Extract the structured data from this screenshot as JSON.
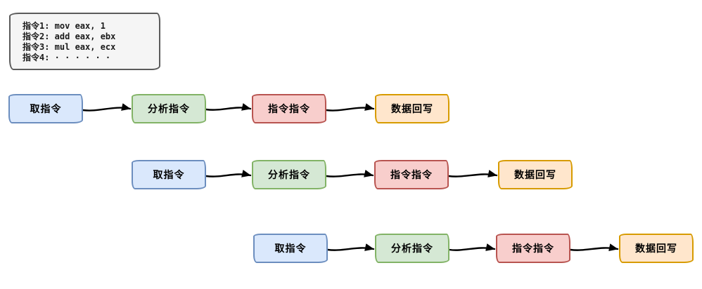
{
  "code_box": {
    "lines": [
      "指令1: mov eax, 1",
      "指令2: add eax, ebx",
      "指令3: mul eax, ecx",
      "指令4: · · · · · ·"
    ]
  },
  "pipeline": {
    "rows": [
      {
        "stages": [
          {
            "label": "取指令"
          },
          {
            "label": "分析指令"
          },
          {
            "label": "指令指令"
          },
          {
            "label": "数据回写"
          }
        ]
      },
      {
        "stages": [
          {
            "label": "取指令"
          },
          {
            "label": "分析指令"
          },
          {
            "label": "指令指令"
          },
          {
            "label": "数据回写"
          }
        ]
      },
      {
        "stages": [
          {
            "label": "取指令"
          },
          {
            "label": "分析指令"
          },
          {
            "label": "指令指令"
          },
          {
            "label": "数据回写"
          }
        ]
      }
    ]
  },
  "colors": {
    "fetch_fill": "#dae8fc",
    "fetch_border": "#6c8ebf",
    "analyze_fill": "#d5e8d4",
    "analyze_border": "#82b366",
    "execute_fill": "#f8cecc",
    "execute_border": "#b85450",
    "writeback_fill": "#ffe6cc",
    "writeback_border": "#d79b00",
    "code_box_fill": "#f5f5f5",
    "code_box_border": "#5b5b5b",
    "arrow": "#010101",
    "background": "#ffffff"
  }
}
